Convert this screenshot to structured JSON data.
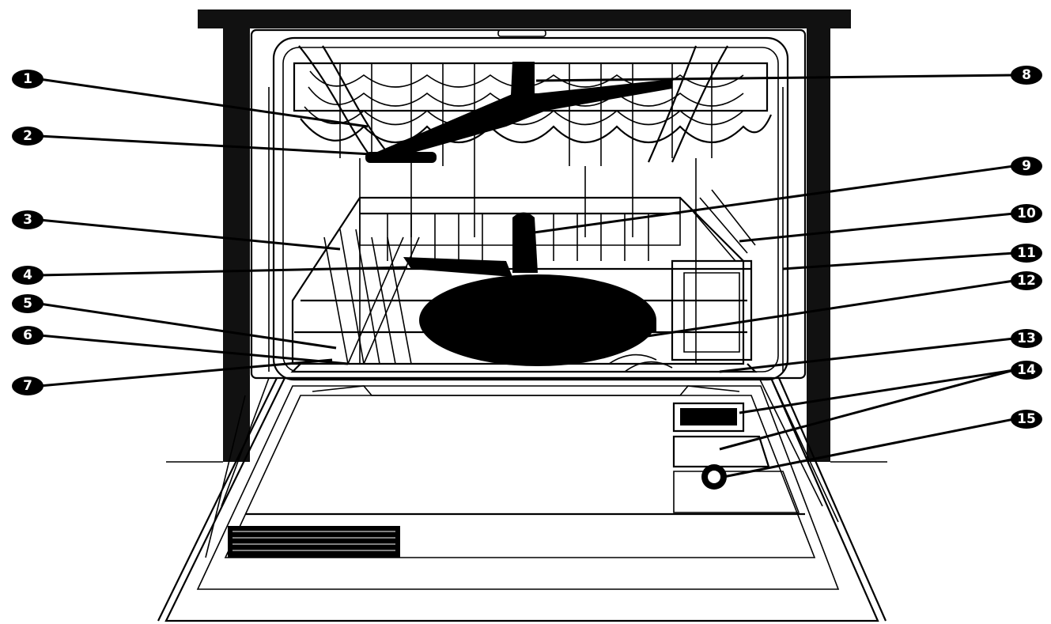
{
  "diagram": {
    "subject": "dishwasher-interior-door-open",
    "callouts": [
      {
        "id": "1",
        "label": "1"
      },
      {
        "id": "2",
        "label": "2"
      },
      {
        "id": "3",
        "label": "3"
      },
      {
        "id": "4",
        "label": "4"
      },
      {
        "id": "5",
        "label": "5"
      },
      {
        "id": "6",
        "label": "6"
      },
      {
        "id": "7",
        "label": "7"
      },
      {
        "id": "8",
        "label": "8"
      },
      {
        "id": "9",
        "label": "9"
      },
      {
        "id": "10",
        "label": "10"
      },
      {
        "id": "11",
        "label": "11"
      },
      {
        "id": "12",
        "label": "12"
      },
      {
        "id": "13",
        "label": "13"
      },
      {
        "id": "14",
        "label": "14"
      },
      {
        "id": "15",
        "label": "15"
      }
    ],
    "colors": {
      "line": "#000000",
      "background": "#ffffff",
      "badge_text": "#ffffff"
    }
  }
}
